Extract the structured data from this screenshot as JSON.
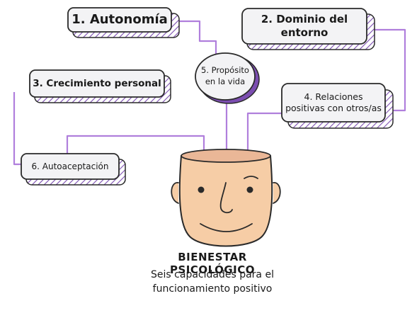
{
  "nodes": {
    "autonomia": "1. Autonomía",
    "dominio": "2. Dominio del entorno",
    "crecimiento": "3. Crecimiento personal",
    "relaciones": "4. Relaciones positivas con otros/as",
    "proposito": "5. Propósito en la vida",
    "autoaceptacion": "6. Autoaceptación"
  },
  "title": "BIENESTAR PSICOLÓGICO",
  "subtitle": "Seis capacidades para el funcionamiento positivo",
  "colors": {
    "accent_purple": "#a873d6",
    "shadow_purple": "#7b4db0",
    "box_fill": "#f3f3f5",
    "box_border": "#2a2a2a",
    "skin": "#f6cda6",
    "head_opening": "#eab797"
  }
}
